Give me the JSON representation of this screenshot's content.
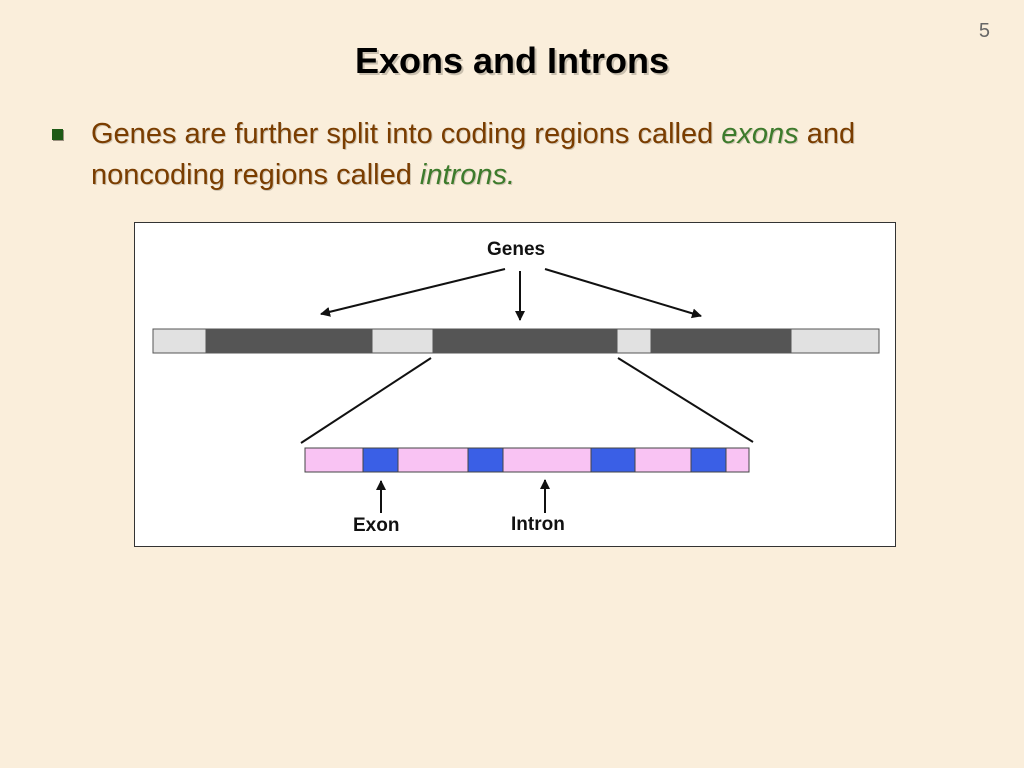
{
  "slide": {
    "number": "5",
    "title": "Exons and Introns",
    "bullet": {
      "text_before": "Genes are further split into coding regions called ",
      "term1": "exons",
      "text_middle": " and noncoding regions called ",
      "term2": "introns."
    }
  },
  "diagram": {
    "labels": {
      "genes": "Genes",
      "exon": "Exon",
      "intron": "Intron"
    },
    "colors": {
      "gene_region": "#555555",
      "intergenic_region": "#e1e1e1",
      "exon": "#3a5fe6",
      "intron": "#f9c3f3"
    }
  }
}
